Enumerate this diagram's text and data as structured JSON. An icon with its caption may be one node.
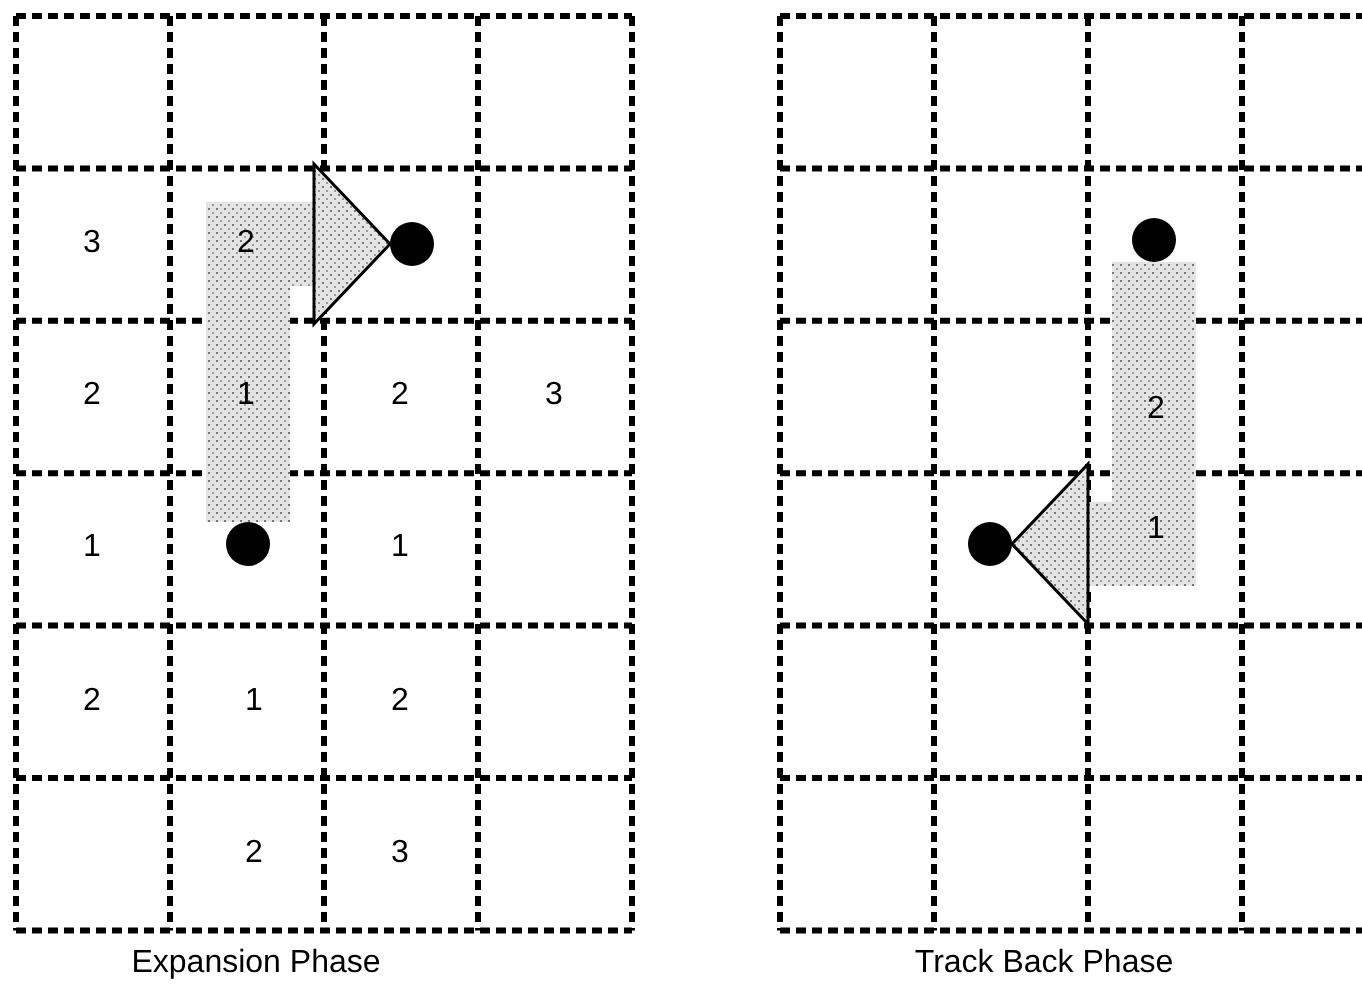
{
  "diagram": {
    "nodes": [
      {
        "text": [],
        "shape": "circle"
      },
      {
        "text": [],
        "shape": "circle"
      },
      {
        "text": [],
        "shape": "circle"
      },
      {
        "text": [],
        "shape": "circle"
      }
    ],
    "edges": [
      {
        "from": 1,
        "to": 0,
        "arrow": "to"
      },
      {
        "from": 2,
        "to": 3,
        "arrow": "to"
      }
    ],
    "labels": [
      "3",
      "2",
      "2",
      "1",
      "2",
      "3",
      "1",
      "1",
      "2",
      "1",
      "2",
      "2",
      "3",
      "Expansion Phase",
      "2",
      "1",
      "Track Back Phase"
    ]
  }
}
